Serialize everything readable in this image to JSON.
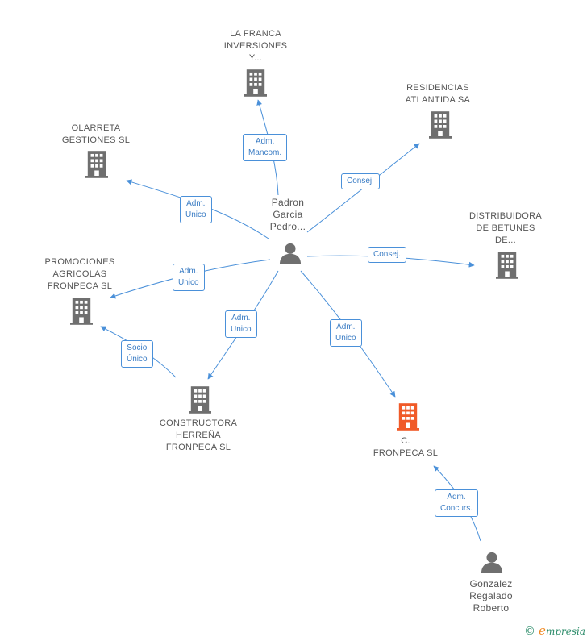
{
  "colors": {
    "edge": "#4a90d9",
    "company": "#6f6f6f",
    "company_highlight": "#f05a28",
    "person": "#6f6f6f"
  },
  "nodes": {
    "la_franca": {
      "label": "LA FRANCA\nINVERSIONES\nY...",
      "icon": "building-icon"
    },
    "residencias": {
      "label": "RESIDENCIAS\nATLANTIDA SA",
      "icon": "building-icon"
    },
    "olarreta": {
      "label": "OLARRETA\nGESTIONES SL",
      "icon": "building-icon"
    },
    "distribuidora": {
      "label": "DISTRIBUIDORA\nDE BETUNES\nDE...",
      "icon": "building-icon"
    },
    "promociones": {
      "label": "PROMOCIONES\nAGRICOLAS\nFRONPECA SL",
      "icon": "building-icon"
    },
    "constructora": {
      "label": "CONSTRUCTORA\nHERREÑA\nFRONPECA SL",
      "icon": "building-icon"
    },
    "c_fronpeca": {
      "label": "C.\nFRONPECA SL",
      "icon": "building-icon"
    },
    "padron": {
      "label": "Padron\nGarcia\nPedro...",
      "icon": "person-icon"
    },
    "gonzalez": {
      "label": "Gonzalez\nRegalado\nRoberto",
      "icon": "person-icon"
    }
  },
  "edges": {
    "e1": "Adm.\nMancom.",
    "e2": "Consej.",
    "e3": "Adm.\nUnico",
    "e4": "Consej.",
    "e5": "Adm.\nUnico",
    "e6": "Adm.\nUnico",
    "e7": "Adm.\nUnico",
    "e8": "Socio\nÚnico",
    "e9": "Adm.\nConcurs."
  },
  "brand": {
    "copyright": "©",
    "initial": "e",
    "name": "mpresia"
  }
}
